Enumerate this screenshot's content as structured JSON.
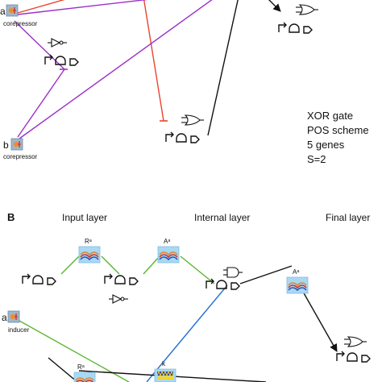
{
  "panel_a": {
    "input_a": {
      "letter": "a",
      "caption": "corepressor"
    },
    "input_b": {
      "letter": "b",
      "caption": "corepressor"
    },
    "info": [
      "XOR gate",
      "POS scheme",
      "5 genes",
      "S=2"
    ]
  },
  "panel_b": {
    "letter": "B",
    "layers": [
      "Input layer",
      "Internal layer",
      "Final layer"
    ],
    "input_a": {
      "letter": "a",
      "caption": "inducer"
    },
    "reg_labels": [
      "Rᵃ",
      "Aᵃ",
      "Aᵃ",
      "Rᵃ",
      "k"
    ]
  },
  "colors": {
    "repression_red": "#e8442e",
    "repression_purple": "#9b30c8",
    "activation_green": "#5cb531",
    "activation_blue": "#1f6fd6",
    "wire_black": "#111111",
    "reg_box": "#a9d8f2"
  }
}
